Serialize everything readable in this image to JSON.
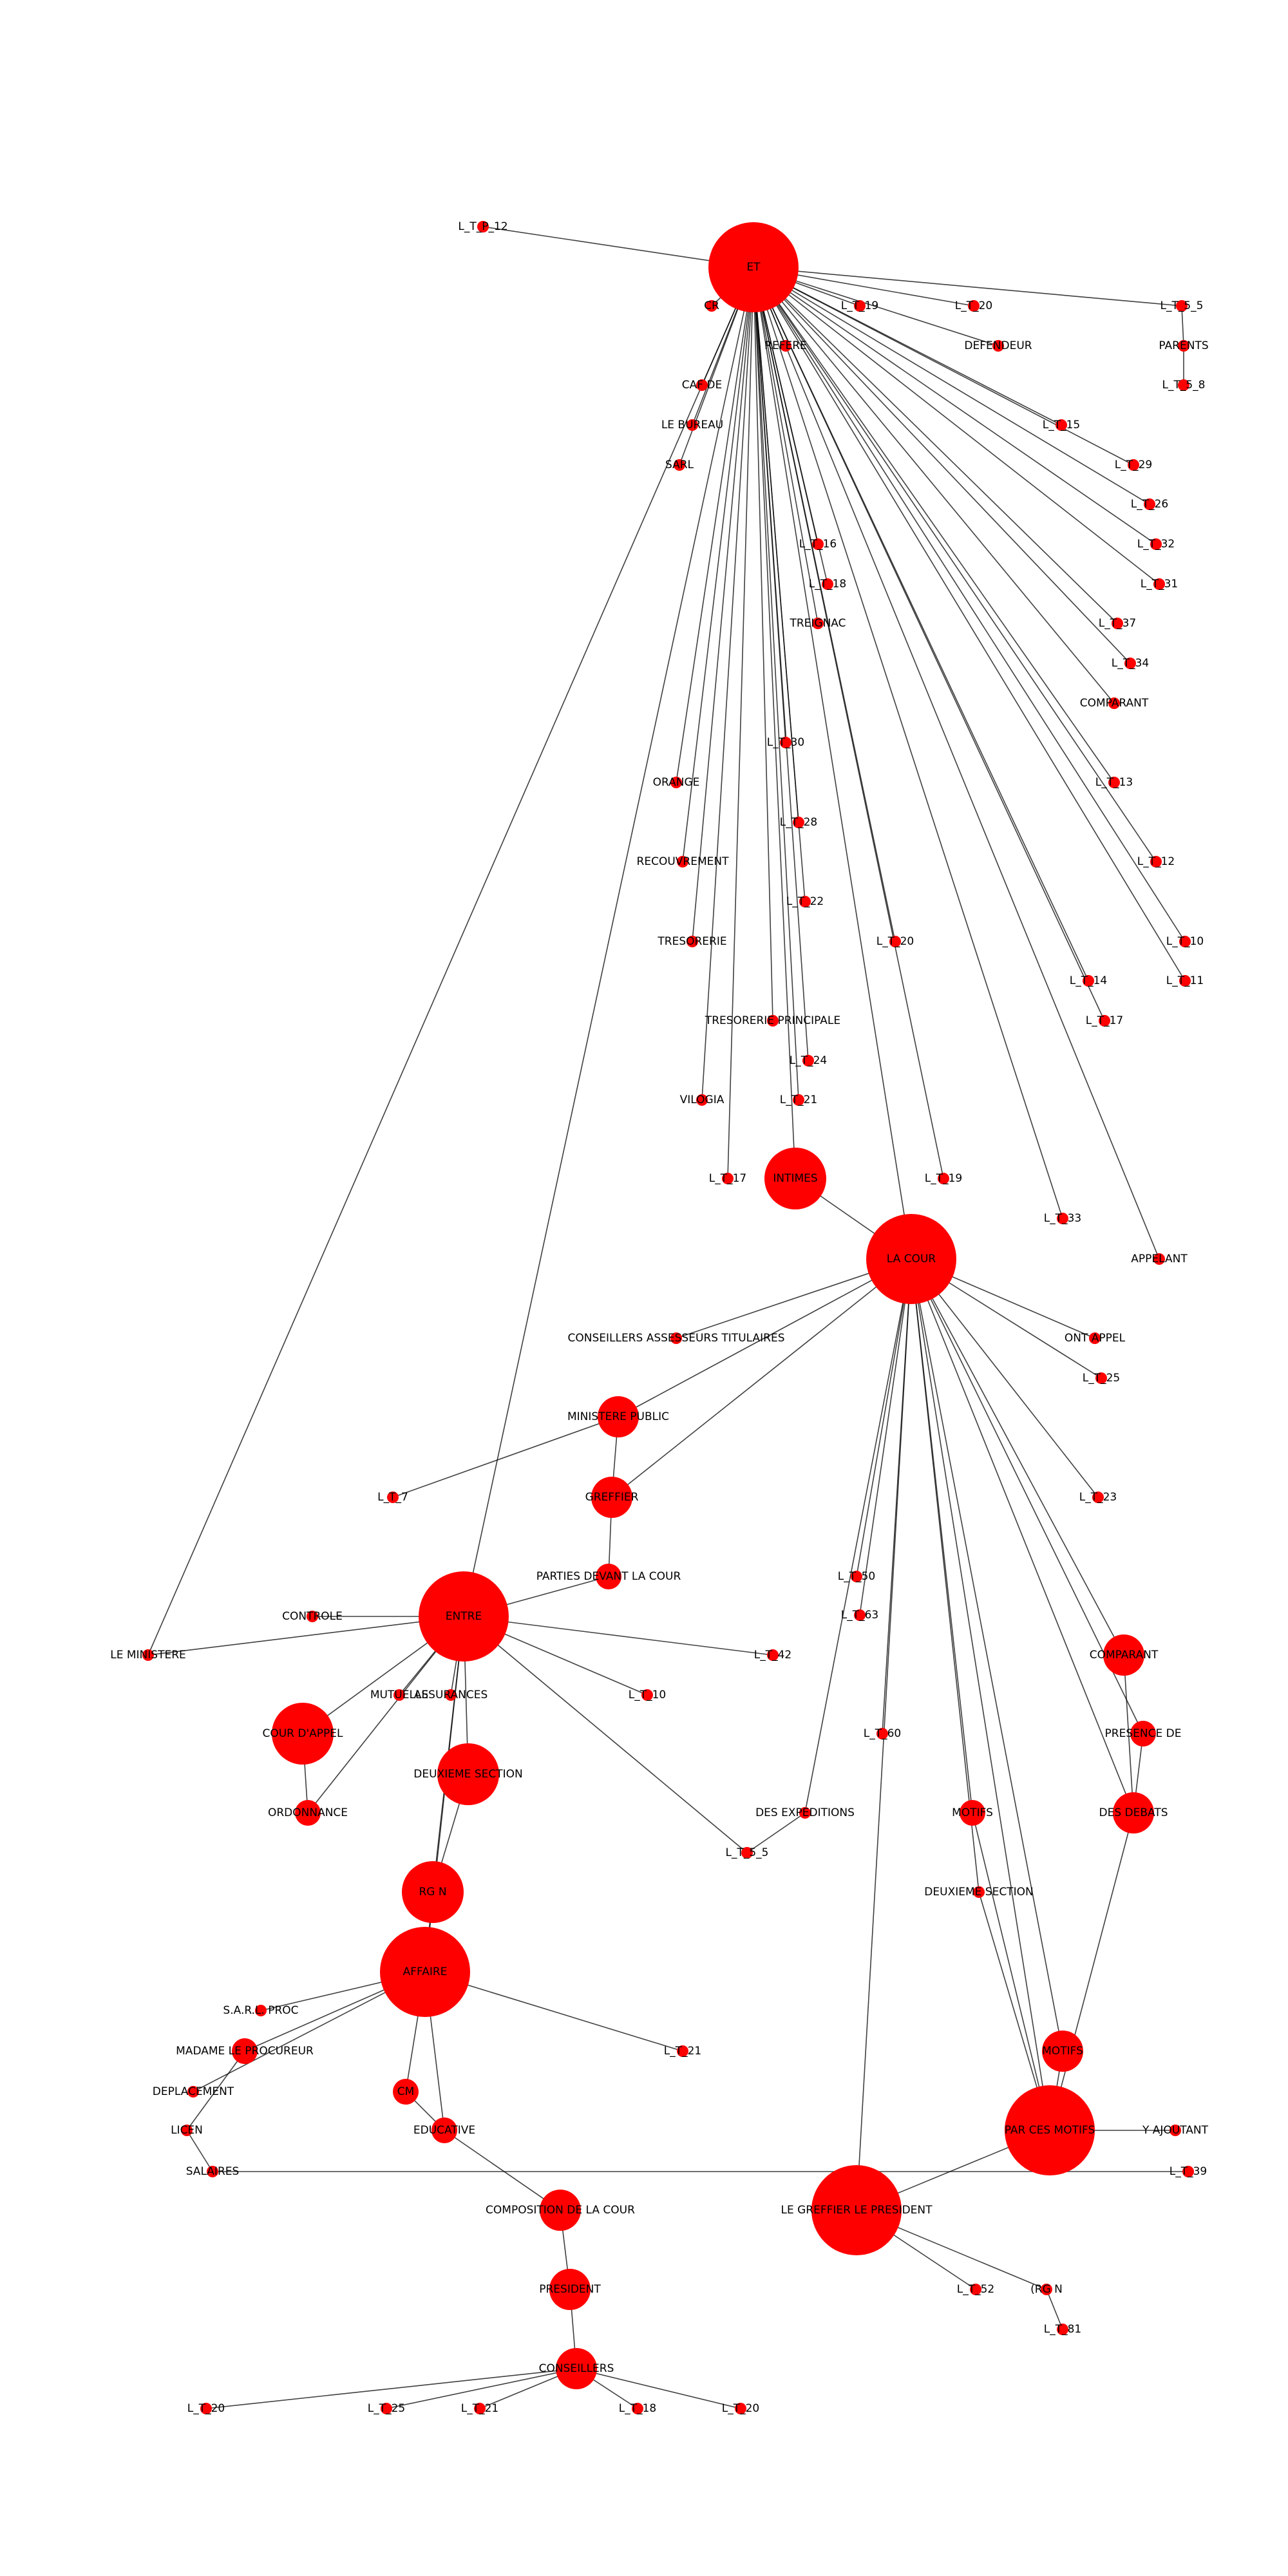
{
  "colors": {
    "node": "#ff0000",
    "edge": "#000000",
    "label": "#000000",
    "background": "#ffffff"
  },
  "nodes": [
    {
      "id": "et",
      "label": "ET",
      "size": "xl"
    },
    {
      "id": "lt_p12",
      "label": "L_T_P_12",
      "size": "xs"
    },
    {
      "id": "cr",
      "label": "CR",
      "size": "xs"
    },
    {
      "id": "lt19",
      "label": "L_T_19",
      "size": "xs"
    },
    {
      "id": "lt20a",
      "label": "L_T_20",
      "size": "xs"
    },
    {
      "id": "lt5_5",
      "label": "L_T_5_5",
      "size": "xs"
    },
    {
      "id": "refere",
      "label": "REFERE",
      "size": "xs"
    },
    {
      "id": "defendeur",
      "label": "DEFENDEUR",
      "size": "xs"
    },
    {
      "id": "parents",
      "label": "PARENTS",
      "size": "xs"
    },
    {
      "id": "lt5_8",
      "label": "L_T_5_8",
      "size": "xs"
    },
    {
      "id": "caf",
      "label": "CAF DE",
      "size": "xs"
    },
    {
      "id": "bureau",
      "label": "LE BUREAU",
      "size": "xs"
    },
    {
      "id": "lt15",
      "label": "L_T_15",
      "size": "xs"
    },
    {
      "id": "lt29",
      "label": "L_T_29",
      "size": "xs"
    },
    {
      "id": "sarl",
      "label": "SARL",
      "size": "xs"
    },
    {
      "id": "lt26",
      "label": "L_T_26",
      "size": "xs"
    },
    {
      "id": "lt32",
      "label": "L_T_32",
      "size": "xs"
    },
    {
      "id": "lt16",
      "label": "L_T_16",
      "size": "xs"
    },
    {
      "id": "lt18",
      "label": "L_T_18",
      "size": "xs"
    },
    {
      "id": "lt31",
      "label": "L_T_31",
      "size": "xs"
    },
    {
      "id": "treignac",
      "label": "TREIGNAC",
      "size": "xs"
    },
    {
      "id": "lt37",
      "label": "L_T_37",
      "size": "xs"
    },
    {
      "id": "lt34",
      "label": "L_T_34",
      "size": "xs"
    },
    {
      "id": "comparant_a",
      "label": "COMPARANT",
      "size": "xs"
    },
    {
      "id": "lt30",
      "label": "L_T_30",
      "size": "xs"
    },
    {
      "id": "orange",
      "label": "ORANGE",
      "size": "xs"
    },
    {
      "id": "lt28",
      "label": "L_T_28",
      "size": "xs"
    },
    {
      "id": "lt13",
      "label": "L_T_13",
      "size": "xs"
    },
    {
      "id": "lt12",
      "label": "L_T_12",
      "size": "xs"
    },
    {
      "id": "recouvrement",
      "label": "RECOUVREMENT",
      "size": "xs"
    },
    {
      "id": "lt22",
      "label": "L_T_22",
      "size": "xs"
    },
    {
      "id": "lt10",
      "label": "L_T_10",
      "size": "xs"
    },
    {
      "id": "tresorerie",
      "label": "TRESORERIE",
      "size": "xs"
    },
    {
      "id": "lt20b",
      "label": "L_T_20",
      "size": "xs"
    },
    {
      "id": "lt11",
      "label": "L_T_11",
      "size": "xs"
    },
    {
      "id": "tresorerie_p",
      "label": "TRESORERIE PRINCIPALE",
      "size": "xs"
    },
    {
      "id": "lt14",
      "label": "L_T_14",
      "size": "xs"
    },
    {
      "id": "lt17",
      "label": "L_T_17",
      "size": "xs"
    },
    {
      "id": "lt24",
      "label": "L_T_24",
      "size": "xs"
    },
    {
      "id": "vilogia",
      "label": "VILOGIA",
      "size": "xs"
    },
    {
      "id": "lt21",
      "label": "L_T_21",
      "size": "xs"
    },
    {
      "id": "intimes",
      "label": "INTIMES",
      "size": "lg"
    },
    {
      "id": "lt17b",
      "label": "L_T_17",
      "size": "xs"
    },
    {
      "id": "lt19b",
      "label": "L_T_19",
      "size": "xs"
    },
    {
      "id": "lt33",
      "label": "L_T_33",
      "size": "xs"
    },
    {
      "id": "lacour",
      "label": "LA COUR",
      "size": "xl"
    },
    {
      "id": "appelant",
      "label": "APPELANT",
      "size": "xs"
    },
    {
      "id": "conseillers_a",
      "label": "CONSEILLERS ASSESSEURS TITULAIRES",
      "size": "xs"
    },
    {
      "id": "ont_appel",
      "label": "ONT APPEL",
      "size": "xs"
    },
    {
      "id": "lt25",
      "label": "L_T_25",
      "size": "xs"
    },
    {
      "id": "lt23",
      "label": "L_T_23",
      "size": "xs"
    },
    {
      "id": "ministere",
      "label": "MINISTERE PUBLIC",
      "size": "md"
    },
    {
      "id": "greffier",
      "label": "GREFFIER",
      "size": "md"
    },
    {
      "id": "lt7",
      "label": "L_T_7",
      "size": "xs"
    },
    {
      "id": "parties",
      "label": "PARTIES DEVANT LA COUR",
      "size": "sm"
    },
    {
      "id": "lt50",
      "label": "L_T_50",
      "size": "xs"
    },
    {
      "id": "lt63",
      "label": "L_T_63",
      "size": "xs"
    },
    {
      "id": "entre",
      "label": "ENTRE",
      "size": "xl"
    },
    {
      "id": "controle",
      "label": "CONTROLE",
      "size": "xs"
    },
    {
      "id": "ministre",
      "label": "LE MINISTERE",
      "size": "xs"
    },
    {
      "id": "lt42",
      "label": "L_T_42",
      "size": "xs"
    },
    {
      "id": "comparant_b",
      "label": "COMPARANT",
      "size": "md"
    },
    {
      "id": "mutuelle",
      "label": "MUTUELLE",
      "size": "xs"
    },
    {
      "id": "assurances",
      "label": "ASSURANCES",
      "size": "xs"
    },
    {
      "id": "lt10b",
      "label": "L_T_10",
      "size": "xs"
    },
    {
      "id": "cour_appel",
      "label": "COUR D'APPEL",
      "size": "lg"
    },
    {
      "id": "deuxieme_section",
      "label": "DEUXIEME SECTION",
      "size": "lg"
    },
    {
      "id": "presence",
      "label": "PRESENCE DE",
      "size": "sm"
    },
    {
      "id": "lt60",
      "label": "L_T_60",
      "size": "xs"
    },
    {
      "id": "ordonnance",
      "label": "ORDONNANCE",
      "size": "sm"
    },
    {
      "id": "exp",
      "label": "DES EXPEDITIONS",
      "size": "xs"
    },
    {
      "id": "motifs",
      "label": "MOTIFS",
      "size": "sm"
    },
    {
      "id": "debats",
      "label": "DES DEBATS",
      "size": "md"
    },
    {
      "id": "lt5_5b",
      "label": "L_T_5_5",
      "size": "xs"
    },
    {
      "id": "deuxieme_s2",
      "label": "DEUXIEME SECTION",
      "size": "xs"
    },
    {
      "id": "rg",
      "label": "RG N",
      "size": "lg"
    },
    {
      "id": "affaire",
      "label": "AFFAIRE",
      "size": "xl"
    },
    {
      "id": "sarl_proc",
      "label": "S.A.R.L. PROC",
      "size": "xs"
    },
    {
      "id": "madame",
      "label": "MADAME LE PROCUREUR",
      "size": "sm"
    },
    {
      "id": "lt21b",
      "label": "L_T_21",
      "size": "xs"
    },
    {
      "id": "motifs_b",
      "label": "MOTIFS",
      "size": "md"
    },
    {
      "id": "deplacement",
      "label": "DEPLACEMENT",
      "size": "xs"
    },
    {
      "id": "cm",
      "label": "CM",
      "size": "sm"
    },
    {
      "id": "educative",
      "label": "EDUCATIVE",
      "size": "sm"
    },
    {
      "id": "par_ces",
      "label": "PAR CES MOTIFS",
      "size": "xl"
    },
    {
      "id": "ajout",
      "label": "Y AJOUTANT",
      "size": "xs"
    },
    {
      "id": "licen",
      "label": "LICEN",
      "size": "xs"
    },
    {
      "id": "salaires",
      "label": "SALAIRES",
      "size": "xs"
    },
    {
      "id": "lt39",
      "label": "L_T_39",
      "size": "xs"
    },
    {
      "id": "composition",
      "label": "COMPOSITION DE LA COUR",
      "size": "md"
    },
    {
      "id": "greffier_pres",
      "label": "LE GREFFIER LE PRESIDENT",
      "size": "xl"
    },
    {
      "id": "lt52",
      "label": "L_T_52",
      "size": "xs"
    },
    {
      "id": "rgn_b",
      "label": "(RG N",
      "size": "xs"
    },
    {
      "id": "lt81",
      "label": "L_T_81",
      "size": "xs"
    },
    {
      "id": "president",
      "label": "PRESIDENT",
      "size": "md"
    },
    {
      "id": "conseillers",
      "label": "CONSEILLERS",
      "size": "md"
    },
    {
      "id": "lt20c",
      "label": "L_T_20",
      "size": "xs"
    },
    {
      "id": "lt25b",
      "label": "L_T_25",
      "size": "xs"
    },
    {
      "id": "lt21c",
      "label": "L_T_21",
      "size": "xs"
    },
    {
      "id": "lt18b",
      "label": "L_T_18",
      "size": "xs"
    },
    {
      "id": "lt20d",
      "label": "L_T_20",
      "size": "xs"
    }
  ],
  "edges": [
    [
      "lt_p12",
      "et"
    ],
    [
      "et",
      "cr"
    ],
    [
      "et",
      "lt19"
    ],
    [
      "et",
      "lt20a"
    ],
    [
      "et",
      "lt5_5"
    ],
    [
      "et",
      "refere"
    ],
    [
      "et",
      "defendeur"
    ],
    [
      "parents",
      "lt5_8"
    ],
    [
      "lt5_5",
      "parents"
    ],
    [
      "et",
      "caf"
    ],
    [
      "et",
      "bureau"
    ],
    [
      "et",
      "lt15"
    ],
    [
      "et",
      "lt29"
    ],
    [
      "et",
      "sarl"
    ],
    [
      "et",
      "lt26"
    ],
    [
      "et",
      "lt32"
    ],
    [
      "et",
      "lt16"
    ],
    [
      "et",
      "lt18"
    ],
    [
      "et",
      "lt31"
    ],
    [
      "et",
      "treignac"
    ],
    [
      "et",
      "lt37"
    ],
    [
      "et",
      "lt34"
    ],
    [
      "et",
      "comparant_a"
    ],
    [
      "et",
      "lt30"
    ],
    [
      "et",
      "orange"
    ],
    [
      "et",
      "lt28"
    ],
    [
      "et",
      "lt13"
    ],
    [
      "et",
      "lt12"
    ],
    [
      "et",
      "recouvrement"
    ],
    [
      "et",
      "lt22"
    ],
    [
      "et",
      "lt10"
    ],
    [
      "et",
      "tresorerie"
    ],
    [
      "et",
      "lt20b"
    ],
    [
      "et",
      "lt11"
    ],
    [
      "et",
      "tresorerie_p"
    ],
    [
      "et",
      "lt14"
    ],
    [
      "et",
      "lt17"
    ],
    [
      "et",
      "lt24"
    ],
    [
      "et",
      "vilogia"
    ],
    [
      "et",
      "lt21"
    ],
    [
      "et",
      "intimes"
    ],
    [
      "et",
      "lacour"
    ],
    [
      "et",
      "lt33"
    ],
    [
      "et",
      "appelant"
    ],
    [
      "et",
      "lt19b"
    ],
    [
      "et",
      "lt17b"
    ],
    [
      "intimes",
      "lacour"
    ],
    [
      "lacour",
      "conseillers_a"
    ],
    [
      "lacour",
      "ont_appel"
    ],
    [
      "lacour",
      "lt25"
    ],
    [
      "lacour",
      "lt23"
    ],
    [
      "lacour",
      "ministere"
    ],
    [
      "lacour",
      "greffier"
    ],
    [
      "lacour",
      "lt50"
    ],
    [
      "lacour",
      "lt63"
    ],
    [
      "lacour",
      "comparant_b"
    ],
    [
      "lacour",
      "presence"
    ],
    [
      "lacour",
      "debats"
    ],
    [
      "lacour",
      "motifs"
    ],
    [
      "lacour",
      "exp"
    ],
    [
      "lacour",
      "deuxieme_s2"
    ],
    [
      "lacour",
      "motifs_b"
    ],
    [
      "lacour",
      "par_ces"
    ],
    [
      "lacour",
      "greffier_pres"
    ],
    [
      "lacour",
      "lt60"
    ],
    [
      "ministere",
      "greffier"
    ],
    [
      "greffier",
      "parties"
    ],
    [
      "lt7",
      "ministere"
    ],
    [
      "parties",
      "entre"
    ],
    [
      "entre",
      "controle"
    ],
    [
      "entre",
      "ministre"
    ],
    [
      "entre",
      "lt42"
    ],
    [
      "entre",
      "mutuelle"
    ],
    [
      "entre",
      "assurances"
    ],
    [
      "entre",
      "lt10b"
    ],
    [
      "entre",
      "cour_appel"
    ],
    [
      "entre",
      "deuxieme_section"
    ],
    [
      "entre",
      "ordonnance"
    ],
    [
      "entre",
      "rg"
    ],
    [
      "entre",
      "affaire"
    ],
    [
      "entre",
      "et"
    ],
    [
      "ministre",
      "et"
    ],
    [
      "cour_appel",
      "ordonnance"
    ],
    [
      "deuxieme_section",
      "rg"
    ],
    [
      "rg",
      "affaire"
    ],
    [
      "affaire",
      "sarl_proc"
    ],
    [
      "affaire",
      "madame"
    ],
    [
      "affaire",
      "lt21b"
    ],
    [
      "affaire",
      "cm"
    ],
    [
      "affaire",
      "educative"
    ],
    [
      "affaire",
      "deplacement"
    ],
    [
      "madame",
      "licen"
    ],
    [
      "cm",
      "educative"
    ],
    [
      "educative",
      "composition"
    ],
    [
      "composition",
      "president"
    ],
    [
      "president",
      "conseillers"
    ],
    [
      "conseillers",
      "lt20c"
    ],
    [
      "conseillers",
      "lt25b"
    ],
    [
      "conseillers",
      "lt21c"
    ],
    [
      "conseillers",
      "lt18b"
    ],
    [
      "conseillers",
      "lt20d"
    ],
    [
      "licen",
      "salaires"
    ],
    [
      "salaires",
      "lt39"
    ],
    [
      "par_ces",
      "ajout"
    ],
    [
      "par_ces",
      "greffier_pres"
    ],
    [
      "greffier_pres",
      "lt52"
    ],
    [
      "greffier_pres",
      "rgn_b"
    ],
    [
      "rgn_b",
      "lt81"
    ],
    [
      "debats",
      "par_ces"
    ],
    [
      "motifs",
      "par_ces"
    ],
    [
      "presence",
      "debats"
    ],
    [
      "comparant_b",
      "debats"
    ],
    [
      "lt5_5b",
      "exp"
    ],
    [
      "lt5_5b",
      "entre"
    ],
    [
      "motifs_b",
      "par_ces"
    ],
    [
      "deuxieme_s2",
      "par_ces"
    ]
  ]
}
